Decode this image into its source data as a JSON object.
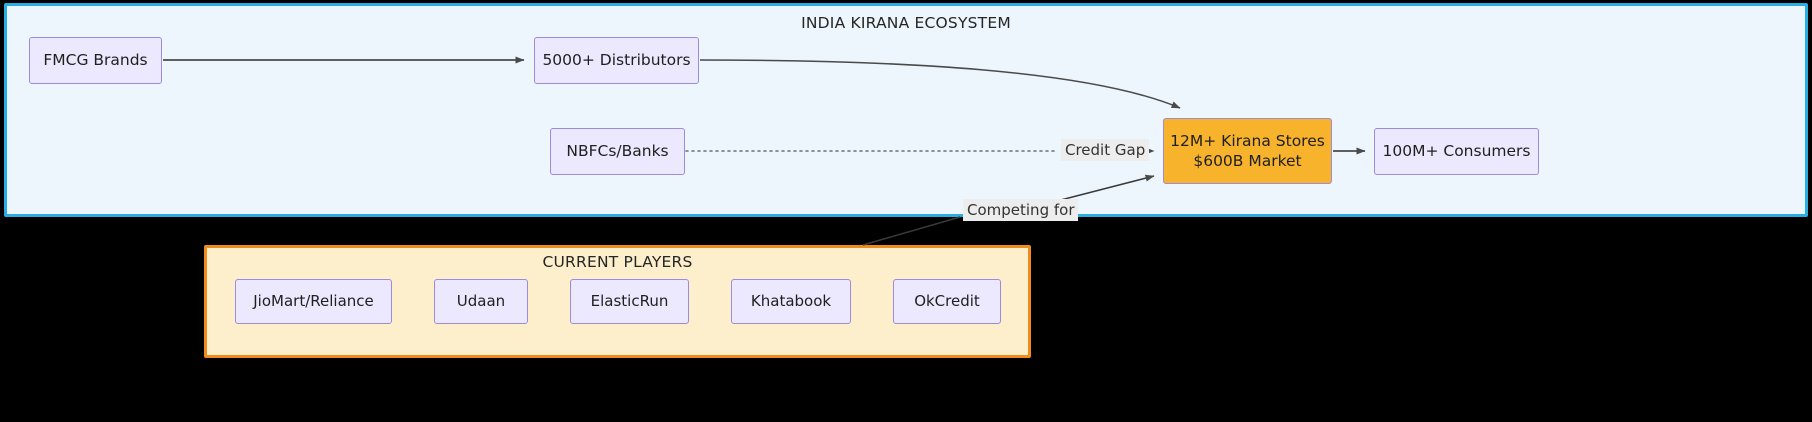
{
  "diagram": {
    "type": "flowchart",
    "background_color": "#000000",
    "subgraphs": [
      {
        "id": "ecosystem",
        "title": "INDIA KIRANA ECOSYSTEM",
        "fill": "#EDF5FD",
        "stroke": "#27AEE3"
      },
      {
        "id": "players",
        "title": "CURRENT PLAYERS",
        "fill": "#FDEFCB",
        "stroke": "#F08C1E"
      }
    ],
    "nodes": [
      {
        "id": "fmcg",
        "label": "FMCG Brands",
        "fill": "#ECE8FD",
        "stroke": "#9D8BE0"
      },
      {
        "id": "distributors",
        "label": "5000+ Distributors",
        "fill": "#ECE8FD",
        "stroke": "#9D8BE0"
      },
      {
        "id": "nbfc",
        "label": "NBFCs/Banks",
        "fill": "#ECE8FD",
        "stroke": "#9D8BE0"
      },
      {
        "id": "kirana",
        "label_line1": "12M+ Kirana Stores",
        "label_line2": "$600B Market",
        "fill": "#F7B32B",
        "stroke": "#9D8BE0"
      },
      {
        "id": "consumers",
        "label": "100M+ Consumers",
        "fill": "#ECE8FD",
        "stroke": "#9D8BE0"
      },
      {
        "id": "jiomart",
        "label": "JioMart/Reliance",
        "fill": "#ECE8FD",
        "stroke": "#9D8BE0"
      },
      {
        "id": "udaan",
        "label": "Udaan",
        "fill": "#ECE8FD",
        "stroke": "#9D8BE0"
      },
      {
        "id": "elasticrun",
        "label": "ElasticRun",
        "fill": "#ECE8FD",
        "stroke": "#9D8BE0"
      },
      {
        "id": "khatabook",
        "label": "Khatabook",
        "fill": "#ECE8FD",
        "stroke": "#9D8BE0"
      },
      {
        "id": "okcredit",
        "label": "OkCredit",
        "fill": "#ECE8FD",
        "stroke": "#9D8BE0"
      }
    ],
    "edges": [
      {
        "from": "fmcg",
        "to": "distributors",
        "label": "",
        "style": "solid"
      },
      {
        "from": "distributors",
        "to": "kirana",
        "label": "",
        "style": "solid-curved"
      },
      {
        "from": "nbfc",
        "to": "kirana",
        "label": "Credit Gap",
        "style": "dotted"
      },
      {
        "from": "kirana",
        "to": "consumers",
        "label": "",
        "style": "solid"
      },
      {
        "from": "players",
        "to": "kirana",
        "label": "Competing for",
        "style": "solid"
      }
    ],
    "edge_labels": {
      "credit_gap": "Credit Gap",
      "competing_for": "Competing for"
    }
  }
}
